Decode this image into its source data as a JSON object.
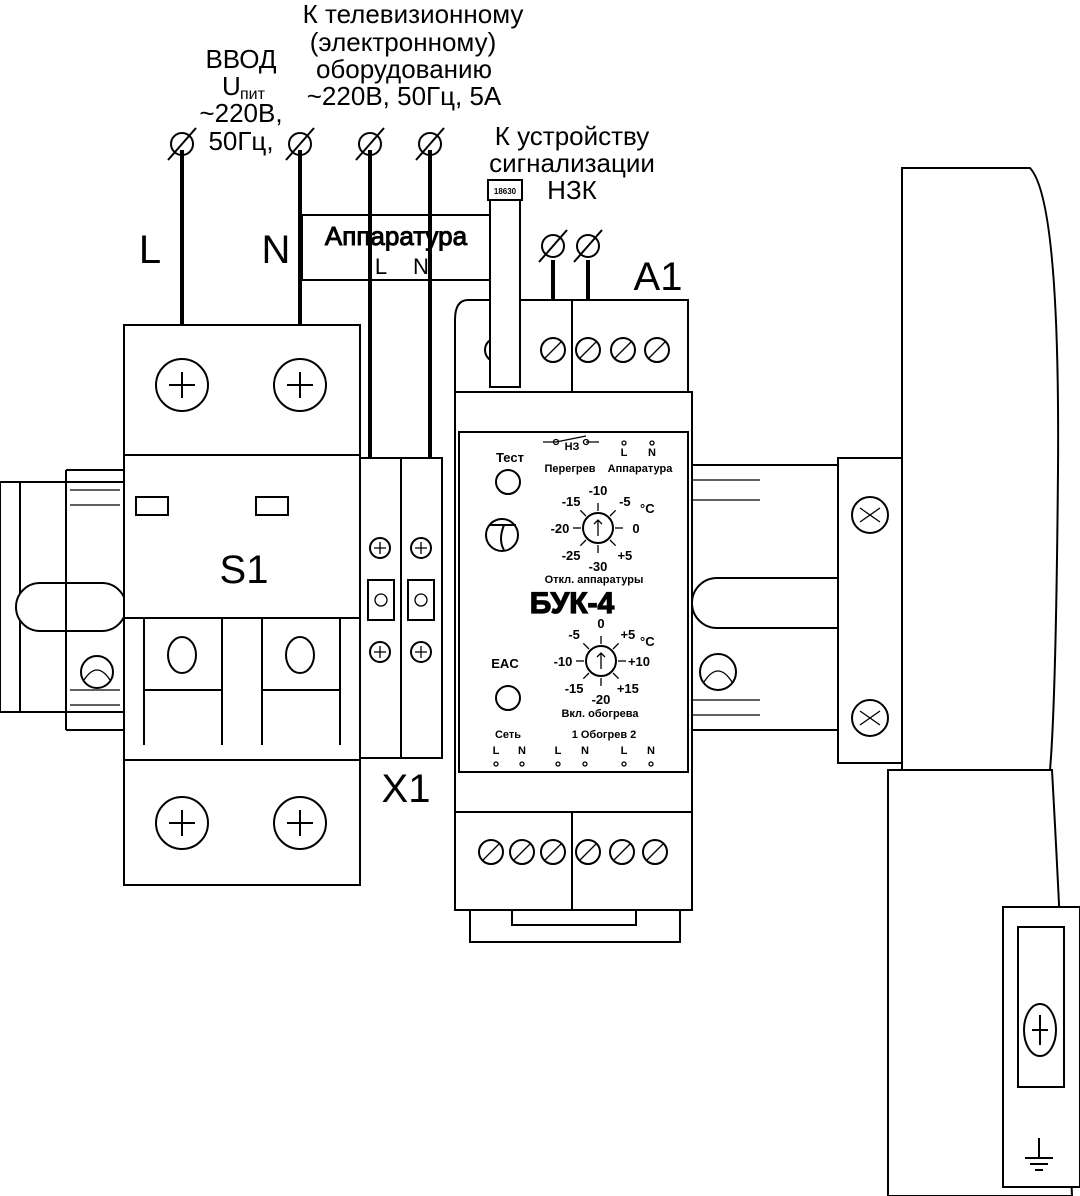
{
  "top_notes": {
    "tv_line1": "К телевизионному",
    "tv_line2": "(электронному)",
    "tv_line3": "оборудованию",
    "tv_line4": "~220В, 50Гц, 5А",
    "in_line1": "ВВОД",
    "in_line2": "U",
    "in_line2_sub": "пит",
    "in_line3": "~220В,",
    "in_line4": "50Гц,",
    "alarm_line1": "К устройству",
    "alarm_line2": "сигнализации",
    "alarm_line3": "НЗК"
  },
  "wire_labels": {
    "l": "L",
    "n": "N"
  },
  "equipment_tag": {
    "title": "Аппаратура",
    "l": "L",
    "n": "N"
  },
  "component_labels": {
    "breaker": "S1",
    "terminal_block": "X1",
    "relay": "А1"
  },
  "cable_marker": "18630",
  "relay_panel": {
    "test": "Тест",
    "nc": "НЗ",
    "overheat": "Перегрев",
    "equipment": "Аппаратура",
    "top_l": "L",
    "top_n": "N",
    "model": "БУК-4",
    "eac": "EAC",
    "off_label": "Откл. аппаратуры",
    "on_label": "Вкл. обогрева",
    "unit": "°С",
    "network": "Сеть",
    "heating": "1  Обогрев  2",
    "bottom_terms": [
      "L",
      "N",
      "L",
      "N",
      "L",
      "N"
    ],
    "dial_off_ticks": [
      "-10",
      "-5",
      "0",
      "+5",
      "-30",
      "-25",
      "-20",
      "-15"
    ],
    "dial_on_ticks": [
      "0",
      "+5",
      "+10",
      "+15",
      "-20",
      "-15",
      "-10",
      "-5"
    ]
  }
}
